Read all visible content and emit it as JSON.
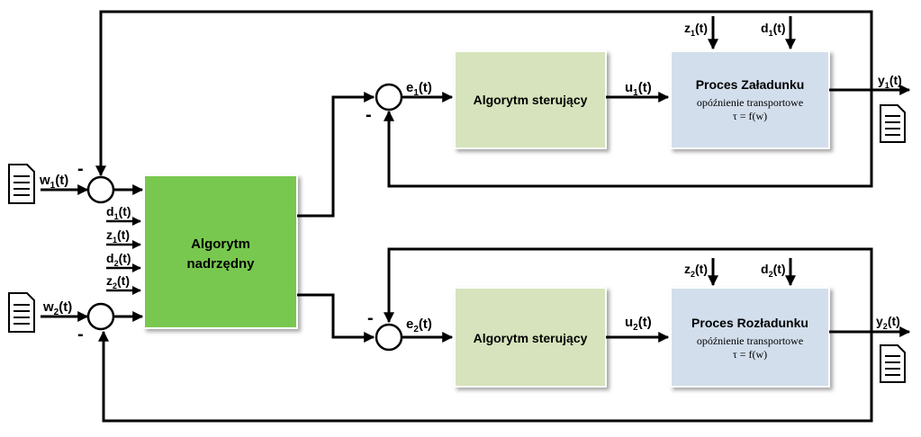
{
  "blocks": {
    "master": {
      "line1": "Algorytm",
      "line2": "nadrzędny",
      "color": "#78c850"
    },
    "ctrl1": {
      "label": "Algorytm sterujący",
      "color": "#d6e3bc"
    },
    "ctrl2": {
      "label": "Algorytm sterujący",
      "color": "#d6e3bc"
    },
    "proc1": {
      "title": "Proces Załadunku",
      "sub": "opóźnienie transportowe",
      "formula": "τ = f(w)",
      "color": "#d2deec"
    },
    "proc2": {
      "title": "Proces Rozładunku",
      "sub": "opóźnienie transportowe",
      "formula": "τ = f(w)",
      "color": "#d2deec"
    }
  },
  "signals": {
    "w1": {
      "base": "w",
      "sub": "1",
      "tail": "(t)"
    },
    "w2": {
      "base": "w",
      "sub": "2",
      "tail": "(t)"
    },
    "e1": {
      "base": "e",
      "sub": "1",
      "tail": "(t)"
    },
    "e2": {
      "base": "e",
      "sub": "2",
      "tail": "(t)"
    },
    "u1": {
      "base": "u",
      "sub": "1",
      "tail": "(t)"
    },
    "u2": {
      "base": "u",
      "sub": "2",
      "tail": "(t)"
    },
    "y1": {
      "base": "y",
      "sub": "1",
      "tail": "(t)"
    },
    "y2": {
      "base": "y",
      "sub": "2",
      "tail": "(t)"
    },
    "d1_in": {
      "base": "d",
      "sub": "1",
      "tail": "(t)"
    },
    "z1_in": {
      "base": "z",
      "sub": "1",
      "tail": "(t)"
    },
    "d2_in": {
      "base": "d",
      "sub": "2",
      "tail": "(t)"
    },
    "z2_in": {
      "base": "z",
      "sub": "2",
      "tail": "(t)"
    },
    "z1_p": {
      "base": "z",
      "sub": "1",
      "tail": "(t)"
    },
    "d1_p": {
      "base": "d",
      "sub": "1",
      "tail": "(t)"
    },
    "z2_p": {
      "base": "z",
      "sub": "2",
      "tail": "(t)"
    },
    "d2_p": {
      "base": "d",
      "sub": "2",
      "tail": "(t)"
    }
  },
  "minus_sign": "-"
}
